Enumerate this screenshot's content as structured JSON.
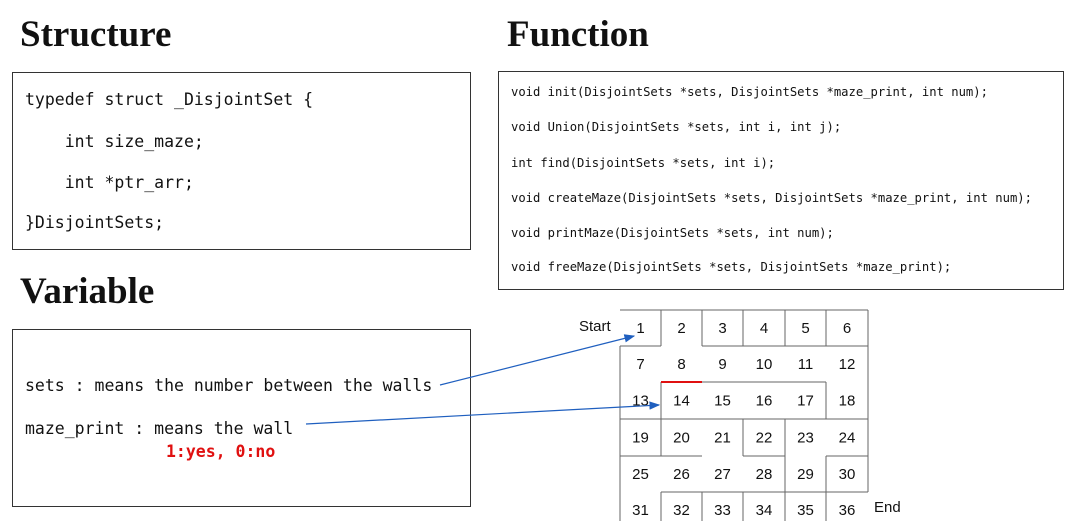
{
  "headings": {
    "structure": "Structure",
    "function": "Function",
    "variable": "Variable"
  },
  "structure_code": [
    "typedef struct _DisjointSet {",
    "    int size_maze;",
    "    int *ptr_arr;",
    "}DisjointSets;"
  ],
  "function_code": [
    "void init(DisjointSets *sets, DisjointSets *maze_print, int num);",
    "void Union(DisjointSets *sets, int i, int j);",
    "int find(DisjointSets *sets, int i);",
    "void createMaze(DisjointSets *sets, DisjointSets *maze_print, int num);",
    "void printMaze(DisjointSets *sets, int num);",
    "void freeMaze(DisjointSets *sets, DisjointSets *maze_print);"
  ],
  "variables": {
    "sets_line": "sets : means the number between the walls",
    "maze_print_line": "maze_print : means the wall",
    "maze_print_legend": "1:yes, 0:no"
  },
  "maze": {
    "start_label": "Start",
    "end_label": "End",
    "rows": 6,
    "cols": 6,
    "cells": [
      "1",
      "2",
      "3",
      "4",
      "5",
      "6",
      "7",
      "8",
      "9",
      "10",
      "11",
      "12",
      "13",
      "14",
      "15",
      "16",
      "17",
      "18",
      "19",
      "20",
      "21",
      "22",
      "23",
      "24",
      "25",
      "26",
      "27",
      "28",
      "29",
      "30",
      "31",
      "32",
      "33",
      "34",
      "35",
      "36"
    ],
    "wall_color": "#666666",
    "highlight_wall_color": "#e01010",
    "arrow_color": "#1f5fbf"
  }
}
